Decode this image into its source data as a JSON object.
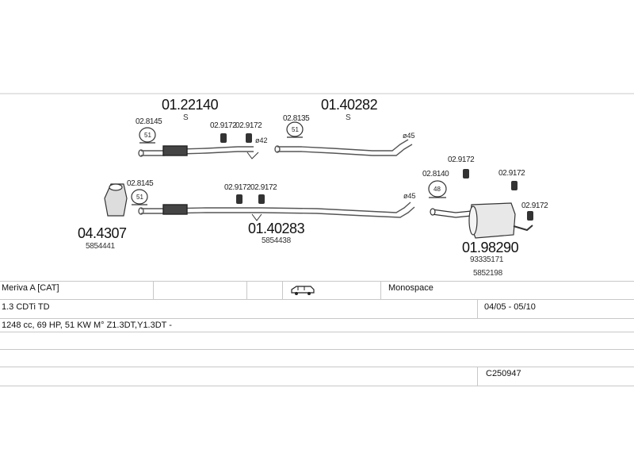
{
  "parts": {
    "front_pipe": {
      "number": "01.22140",
      "suffix": "S"
    },
    "rear_pipe_upper": {
      "number": "01.40282",
      "suffix": "S"
    },
    "catalyst": {
      "number": "04.4307",
      "oem": "5854441"
    },
    "mid_pipe": {
      "number": "01.40283",
      "oem": "5854438"
    },
    "rear_silencer": {
      "number": "01.98290",
      "oem1": "93335171",
      "oem2": "5852198"
    },
    "clamp_a1": "02.8145",
    "clamp_a2": "02.8145",
    "clamp_b": "02.8135",
    "clamp_c": "02.8140",
    "rubber_1": "02.9172",
    "rubber_2": "02.9172",
    "rubber_3": "02.9172",
    "rubber_4": "02.9172",
    "rubber_5": "02.9172",
    "rubber_6": "02.9172",
    "rubber_7": "02.9172",
    "diam_42": "ø42",
    "diam_45a": "ø45",
    "diam_45b": "ø45",
    "clamp_sizes": {
      "a1": "51",
      "a2": "51",
      "b": "51",
      "c": "48"
    }
  },
  "table": {
    "model": "Meriva A  [CAT]",
    "vehicle_icon": "van-icon",
    "body_type": "Monospace",
    "engine": "1.3 CDTi TD",
    "years": "04/05 - 05/10",
    "details": "1248 cc, 69 HP, 51 KW M° Z1.3DT,Y1.3DT -",
    "code": "C250947"
  },
  "colors": {
    "line": "#c8c8c8",
    "pipe": "#555555",
    "text": "#111111"
  }
}
